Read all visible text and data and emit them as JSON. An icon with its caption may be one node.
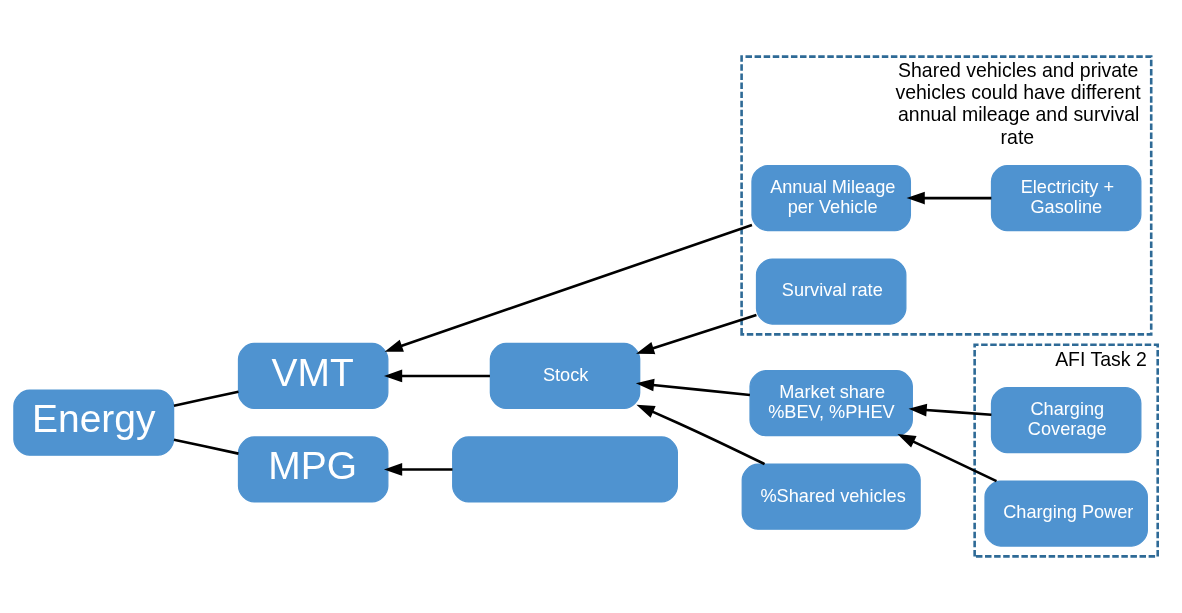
{
  "diagram": {
    "nodes": [
      {
        "text": [
          "Energy"
        ]
      },
      {
        "text": [
          "VMT"
        ]
      },
      {
        "text": [
          "MPG"
        ]
      },
      {
        "text": [
          "Stock"
        ]
      },
      {
        "text": [
          "Shared vehicles and private vehicles could have different annual mileage and survival rate"
        ]
      },
      {
        "text": [
          "Annual Mileage per Vehicle"
        ],
        "in": 4
      },
      {
        "text": [
          "AFI Task 2"
        ]
      },
      {
        "text": [
          "Market share",
          "%BEV, %PHEV"
        ]
      },
      {
        "text": [
          "%Shared vehicles"
        ]
      },
      {
        "text": [
          "Survival rate"
        ],
        "in": 4
      },
      {
        "text": [
          "Electricity + Gasoline"
        ],
        "in": 4
      },
      {
        "text": [
          "Charging Coverage"
        ],
        "in": 6
      },
      {
        "text": [
          "Charging Power"
        ],
        "in": 6
      },
      {
        "text": [],
        "shape": "box"
      }
    ],
    "edges": [
      {
        "from": 0,
        "to": 1,
        "arrow": "none"
      },
      {
        "from": 0,
        "to": 2,
        "arrow": "none"
      },
      {
        "from": 3,
        "to": 1,
        "arrow": "to"
      },
      {
        "from": 5,
        "to": 1,
        "arrow": "to"
      },
      {
        "from": 7,
        "to": 3,
        "arrow": "to"
      },
      {
        "from": 8,
        "to": 3,
        "arrow": "to"
      },
      {
        "from": 9,
        "to": 3,
        "arrow": "to"
      },
      {
        "from": 10,
        "to": 5,
        "arrow": "to"
      },
      {
        "from": 11,
        "to": 7,
        "arrow": "to"
      },
      {
        "from": 12,
        "to": 7,
        "arrow": "to"
      },
      {
        "from": 13,
        "to": 2,
        "arrow": "to"
      }
    ]
  }
}
